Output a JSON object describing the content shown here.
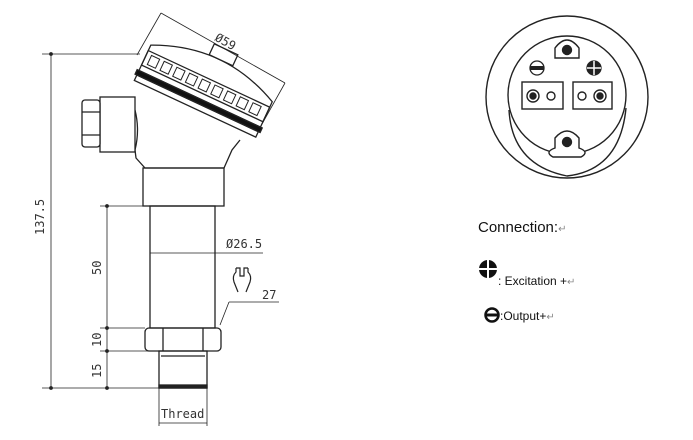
{
  "drawing": {
    "dimensions": {
      "head_diameter": "Ø59",
      "total_height": "137.5",
      "body_length": "50",
      "hex_height": "10",
      "thread_length": "15",
      "body_diameter": "Ø26.5",
      "wrench_size": "27",
      "thread_label": "Thread"
    }
  },
  "legend": {
    "title": "Connection:",
    "items": [
      {
        "icon": "plus-terminal-icon",
        "label": ": Excitation +"
      },
      {
        "icon": "minus-terminal-icon",
        "label": ":Output+"
      }
    ],
    "return_mark": "↵"
  },
  "colors": {
    "line": "#222222",
    "background": "#ffffff"
  }
}
